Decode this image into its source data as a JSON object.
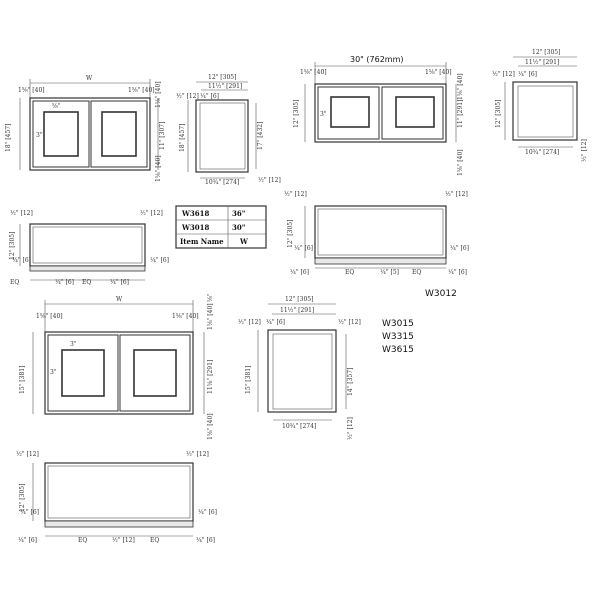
{
  "colors": {
    "line": "#333333",
    "background": "#ffffff"
  },
  "top_front_left": {
    "dims": [
      "1⅝\" [40]",
      "1⅝\" [40]",
      "⅝\"",
      "3\"",
      "18\" [457]",
      "11\" [307]",
      "1⅝\" [40]",
      "1⅝\" [40]",
      "W"
    ]
  },
  "top_side_left": {
    "dims": [
      "12\" [305]",
      "11½\" [291]",
      "½\" [12]",
      "¼\" [6]",
      "18\" [457]",
      "17\" [432]",
      "10¾\" [274]",
      "½\" [12]"
    ]
  },
  "top_front_center": {
    "width_label": "30\" (762mm)",
    "dims": [
      "1⅝\" [40]",
      "1⅝\" [40]",
      "3\"",
      "12\" [305]",
      "11\" [291]",
      "1⅝\" [40]",
      "1⅝\" [40]"
    ]
  },
  "top_side_right": {
    "dims": [
      "12\" [305]",
      "11½\" [291]",
      "½\" [12]",
      "¼\" [6]",
      "12\" [305]",
      "10¾\" [274]",
      "½\" [12]"
    ]
  },
  "mid_bottom_left": {
    "dims": [
      "½\" [12]",
      "½\" [12]",
      "12\" [305]",
      "¼\" [6]",
      "¼\" [6]",
      "EQ",
      "¼\" [6]",
      "EQ",
      "¼\" [6]"
    ]
  },
  "table": {
    "rows": [
      {
        "item": "W3618",
        "width": "36\""
      },
      {
        "item": "W3018",
        "width": "30\""
      },
      {
        "item": "Item Name",
        "width": "W"
      }
    ]
  },
  "mid_bottom_right": {
    "dims": [
      "½\" [12]",
      "½\" [12]",
      "12\" [305]",
      "¼\" [6]",
      "¼\" [6]",
      "¼\" [6]",
      "EQ",
      "¼\" [5]",
      "EQ",
      "¼\" [6]"
    ],
    "model": "W3012"
  },
  "lower_front": {
    "dims": [
      "1⅝\" [40]",
      "1⅝\" [40]",
      "⅝\"",
      "3\"",
      "3\"",
      "15\" [381]",
      "11⅝\" [291]",
      "1⅝\" [40]",
      "1⅝\" [40]",
      "W"
    ]
  },
  "lower_side": {
    "dims": [
      "12\" [305]",
      "11½\" [291]",
      "½\" [12]",
      "¼\" [6]",
      "½\" [12]",
      "15\" [381]",
      "14\" [357]",
      "10¾\" [274]",
      "½\" [12]"
    ],
    "models": [
      "W3015",
      "W3315",
      "W3615"
    ]
  },
  "lower_bottom": {
    "dims": [
      "½\" [12]",
      "½\" [12]",
      "12\" [305]",
      "¼\" [6]",
      "¼\" [6]",
      "¼\" [6]",
      "EQ",
      "½\" [12]",
      "EQ",
      "¼\" [6]"
    ]
  }
}
